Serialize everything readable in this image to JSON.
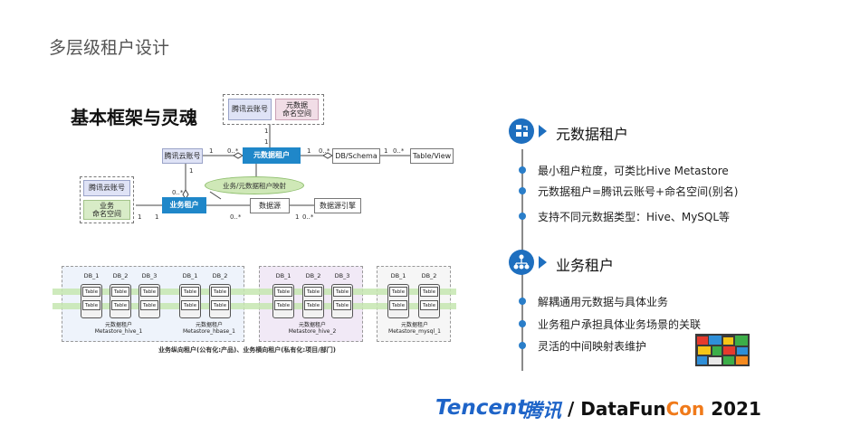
{
  "slide_title": "多层级租户设计",
  "section_title": "基本框架与灵魂",
  "top_diagram": {
    "box_tencent_top": "腾讯云账号",
    "box_namespace_top": "元数据\n命名空间",
    "box_meta_tenant": "元数据租户",
    "box_dbschema": "DB/Schema",
    "box_tableview": "Table/View",
    "box_tencent_left": "腾讯云账号",
    "box_business_tenant": "业务租户",
    "box_tencent_lower": "腾讯云账号",
    "box_business_namespace": "业务\n命名空间",
    "box_datasource": "数据源",
    "box_engine": "数据源引擎",
    "ellipse_label": "业务/元数据租户映射",
    "multiplicities": [
      "1",
      "1",
      "1",
      "0..*",
      "1",
      "0..*",
      "1",
      "0..*",
      "0..*",
      "1",
      "1",
      "1",
      "0..*",
      "1",
      "0..*"
    ]
  },
  "bottom_diagram": {
    "db_labels": [
      "DB_1",
      "DB_2",
      "DB_3",
      "DB_1",
      "DB_2",
      "DB_1",
      "DB_2",
      "DB_3",
      "DB_1",
      "DB_2"
    ],
    "table_label": "Table",
    "clusters": [
      {
        "tenant": "元数据租户",
        "store": "Metastore_hive_1"
      },
      {
        "tenant": "元数据租户",
        "store": "Metastore_hbase_1"
      },
      {
        "tenant": "元数据租户",
        "store": "Metastore_hive_2"
      },
      {
        "tenant": "元数据租户",
        "store": "Metastore_mysql_1"
      }
    ],
    "caption": "业务纵向租户(公有化:产品)、业务横向租户(私有化:项目/部门)"
  },
  "right_panel": {
    "meta_heading": "元数据租户",
    "meta_points": [
      "最小租户粒度，可类比Hive Metastore",
      "元数据租户=腾讯云账号+命名空间(别名)",
      "支持不同元数据类型：Hive、MySQL等"
    ],
    "biz_heading": "业务租户",
    "biz_points": [
      "解耦通用元数据与具体业务",
      "业务租户承担具体业务场景的关联",
      "灵活的中间映射表维护"
    ]
  },
  "footer": {
    "tencent": "Tencent",
    "tengxun": "腾讯",
    "slash": "/",
    "datafun_a": "DataFun",
    "datafun_b": "Con",
    "datafun_c": " 2021"
  },
  "colors": {
    "blue_box": "#1f87c9",
    "accent": "#1e64c8",
    "orange": "#f07a1a"
  },
  "icons": [
    "database-icon",
    "network-icon",
    "lego-image"
  ]
}
